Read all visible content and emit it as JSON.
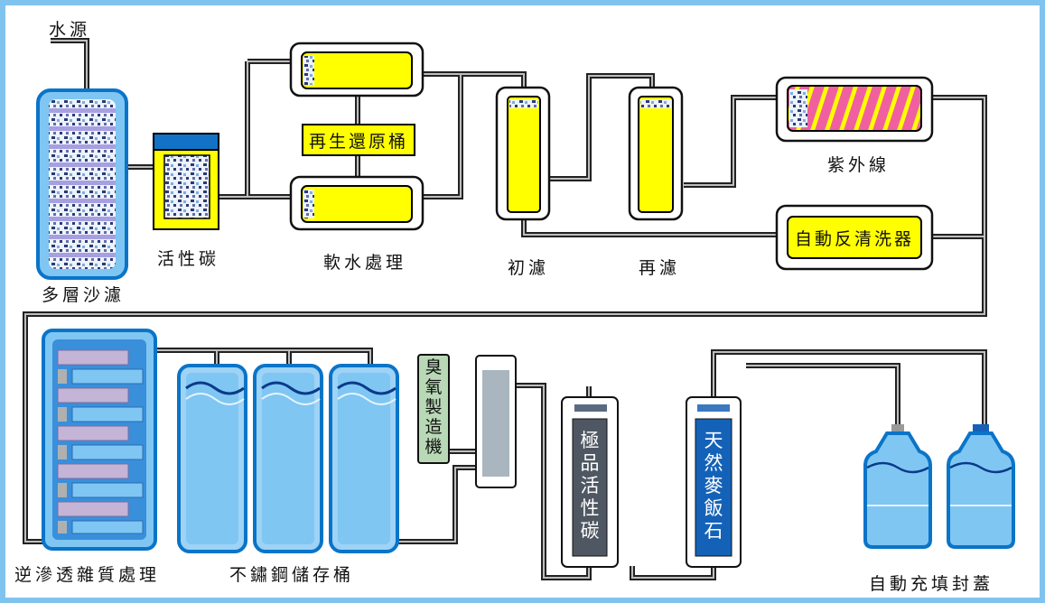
{
  "labels": {
    "water_source": "水源",
    "multi_sand": "多層沙濾",
    "activated_carbon": "活性碳",
    "softening": "軟水處理",
    "regen_tank": "再生還原桶",
    "first_filter": "初濾",
    "second_filter": "再濾",
    "uv": "紫外線",
    "backwash": "自動反清洗器",
    "ro": "逆滲透雜質處理",
    "storage": "不鏽鋼儲存桶",
    "ozone": "臭氧製造機",
    "premium_carbon": "極品活性碳",
    "maifan_stone": "天然麥飯石",
    "filling": "自動充填封蓋"
  },
  "colors": {
    "frame_border": "#7fc3ee",
    "pipe": "#222222",
    "canister_blue": "#0a74c8",
    "light_blue": "#7fc6f3",
    "tank_yellow": "#ffff00",
    "uv_pink": "#f060a0",
    "ro_purple": "#c4b4d6",
    "ozone_green": "#b9d9b6",
    "premium_gray": "#4f5862",
    "maifan_blue": "#1462b8"
  }
}
